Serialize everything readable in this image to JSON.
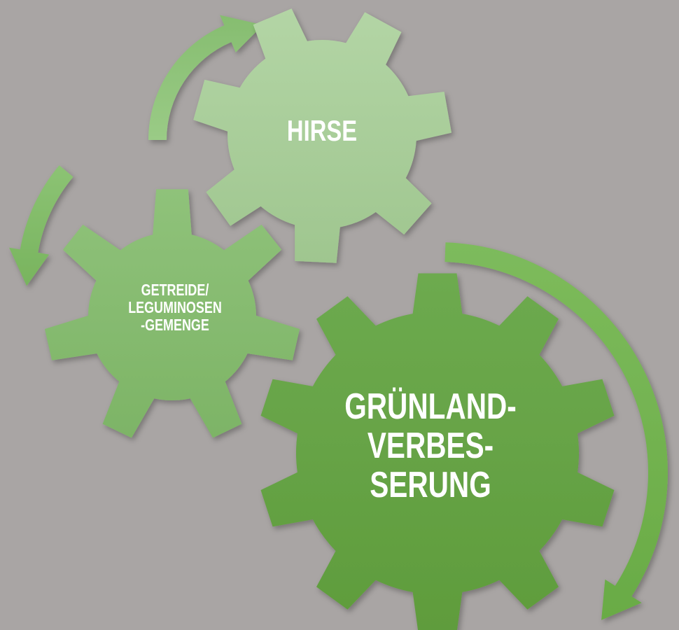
{
  "diagram": {
    "background_color": "#a9a5a4",
    "gears": [
      {
        "id": "hirse",
        "label_lines": [
          "HIRSE"
        ],
        "color": "#a9cc9a"
      },
      {
        "id": "getreide",
        "label_lines": [
          "GETREIDE/",
          "LEGUMINOSEN",
          "-GEMENGE"
        ],
        "color": "#86bb70"
      },
      {
        "id": "gruenland",
        "label_lines": [
          "GRÜNLAND-",
          "VERBES-",
          "SERUNG"
        ],
        "color": "#66a446"
      }
    ],
    "arrows": [
      {
        "id": "arrow-top",
        "color": "#93c480"
      },
      {
        "id": "arrow-left",
        "color": "#86bd6c"
      },
      {
        "id": "arrow-right",
        "color": "#71b14f"
      }
    ]
  }
}
